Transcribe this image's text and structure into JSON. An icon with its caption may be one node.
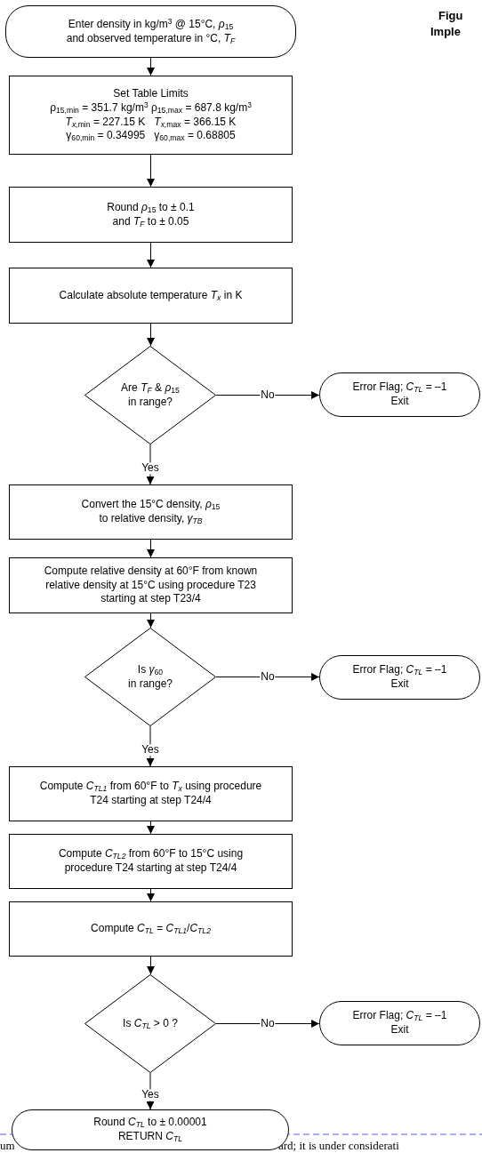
{
  "diagram": {
    "nodes": [
      {
        "text": [
          "Enter density in kg/m$^{3}$ @ 15°C, *ρ*$_{15}$",
          "and observed temperature in °C, *T$_{F}$*"
        ]
      },
      {
        "text": [
          "Set Table Limits",
          "ρ$_{15,min}$ = 351.7 kg/m$^{3}$ ρ$_{15,max}$ = 687.8 kg/m$^{3}$",
          "*T$_{x,}$*$_{min}$ = 227.15 K   *T$_{x,}$*$_{max}$ = 366.15 K",
          "γ$_{60,min}$ = 0.34995   γ$_{60,max}$ = 0.68805"
        ]
      },
      {
        "text": [
          "Round *ρ*$_{15}$ to ± 0.1",
          "and *T$_{F}$* to ± 0.05"
        ]
      },
      {
        "text": [
          "Calculate absolute temperature *T$_{x}$* in K"
        ]
      },
      {
        "text": [
          "Are *T$_{F}$* & *ρ*$_{15}$",
          "in range?"
        ]
      },
      {
        "text": [
          "Error Flag; *C$_{TL}$* = –1",
          "Exit"
        ]
      },
      {
        "text": [
          "Convert the 15°C density, *ρ*$_{15}$",
          "to relative density, *γ$_{TB}$*"
        ]
      },
      {
        "text": [
          "Compute relative density at 60°F from known relative density at 15°C using procedure T23 starting at step T23/4"
        ]
      },
      {
        "text": [
          "Is *γ*$_{60}$",
          "in range?"
        ]
      },
      {
        "text": [
          "Error Flag; *C$_{TL}$* = –1",
          "Exit"
        ]
      },
      {
        "text": [
          "Compute *C$_{TL1}$*  from 60°F to *T$_{x}$* using procedure T24 starting at step T24/4"
        ]
      },
      {
        "text": [
          "Compute *C$_{TL2}$*  from 60°F to 15°C using procedure T24 starting at step T24/4"
        ]
      },
      {
        "text": [
          "Compute *C$_{TL}$* = *C$_{TL1}$*/*C$_{TL2}$*"
        ]
      },
      {
        "text": [
          "Is *C$_{TL}$* > 0 ?"
        ]
      },
      {
        "text": [
          "Error Flag; *C$_{TL}$* = –1",
          "Exit"
        ]
      },
      {
        "text": [
          "Round *C$_{TL}$* to ± 0.00001",
          "RETURN *C$_{TL}$*"
        ]
      }
    ],
    "edges": [
      {
        "from": 0,
        "to": 1,
        "arrow": "to"
      },
      {
        "from": 1,
        "to": 2,
        "arrow": "to"
      },
      {
        "from": 2,
        "to": 3,
        "arrow": "to"
      },
      {
        "from": 3,
        "to": 4,
        "arrow": "to"
      },
      {
        "from": 4,
        "to": 5,
        "arrow": "to",
        "label": "No"
      },
      {
        "from": 4,
        "to": 6,
        "arrow": "to",
        "label": "Yes"
      },
      {
        "from": 6,
        "to": 7,
        "arrow": "to"
      },
      {
        "from": 7,
        "to": 8,
        "arrow": "to"
      },
      {
        "from": 8,
        "to": 9,
        "arrow": "to",
        "label": "No"
      },
      {
        "from": 8,
        "to": 10,
        "arrow": "to",
        "label": "Yes"
      },
      {
        "from": 10,
        "to": 11,
        "arrow": "to"
      },
      {
        "from": 11,
        "to": 12,
        "arrow": "to"
      },
      {
        "from": 12,
        "to": 13,
        "arrow": "to"
      },
      {
        "from": 13,
        "to": 14,
        "arrow": "to",
        "label": "No"
      },
      {
        "from": 13,
        "to": 15,
        "arrow": "to",
        "label": "Yes"
      }
    ],
    "labels": [
      "Figu",
      "Imple",
      "um",
      "ard; it is under considerati"
    ]
  }
}
